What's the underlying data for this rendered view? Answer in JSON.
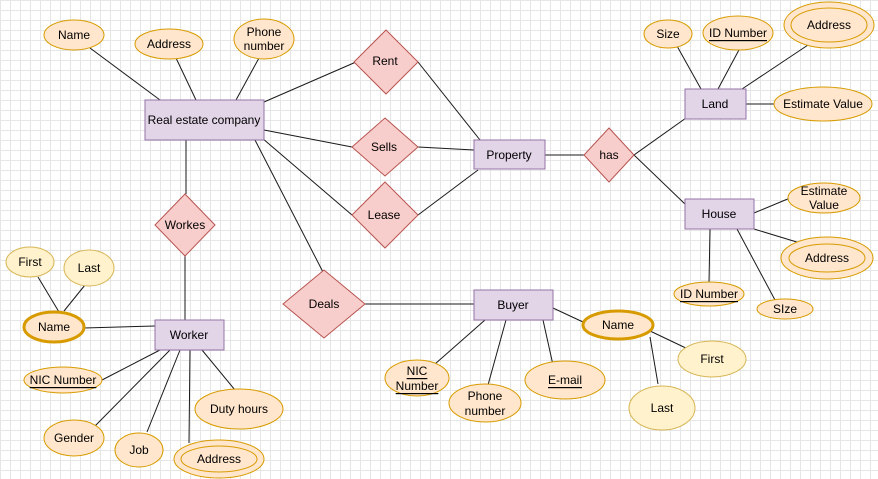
{
  "entities": {
    "real_estate_company": "Real estate company",
    "property": "Property",
    "land": "Land",
    "house": "House",
    "worker": "Worker",
    "buyer": "Buyer"
  },
  "relationships": {
    "rent": "Rent",
    "sells": "Sells",
    "lease": "Lease",
    "has": "has",
    "workes": "Workes",
    "deals": "Deals"
  },
  "attributes": {
    "company_name": "Name",
    "company_address": "Address",
    "company_phone_line1": "Phone",
    "company_phone_line2": "number",
    "land_size": "Size",
    "land_id": "ID Number",
    "land_address": "Address",
    "land_estimate": "Estimate Value",
    "house_estimate_line1": "Estimate",
    "house_estimate_line2": "Value",
    "house_address": "Address",
    "house_id": "ID Number",
    "house_size": "SIze",
    "worker_first": "First",
    "worker_last": "Last",
    "worker_name": "Name",
    "worker_nic": "NIC Number",
    "worker_gender": "Gender",
    "worker_job": "Job",
    "worker_address": "Address",
    "worker_duty": "Duty hours",
    "buyer_nic_line1": "NIC",
    "buyer_nic_line2": "Number",
    "buyer_phone_line1": "Phone",
    "buyer_phone_line2": "number",
    "buyer_email": "E-mail",
    "buyer_name": "Name",
    "buyer_first": "First",
    "buyer_last": "Last"
  },
  "colors": {
    "entity_fill": "#e1d5e7",
    "entity_stroke": "#9673a6",
    "relationship_fill": "#f8cecc",
    "relationship_stroke": "#b85450",
    "attribute_fill": "#ffe6cc",
    "attribute_stroke": "#d79b00",
    "attribute_light_fill": "#fff2cc",
    "attribute_light_stroke": "#d6b656"
  }
}
